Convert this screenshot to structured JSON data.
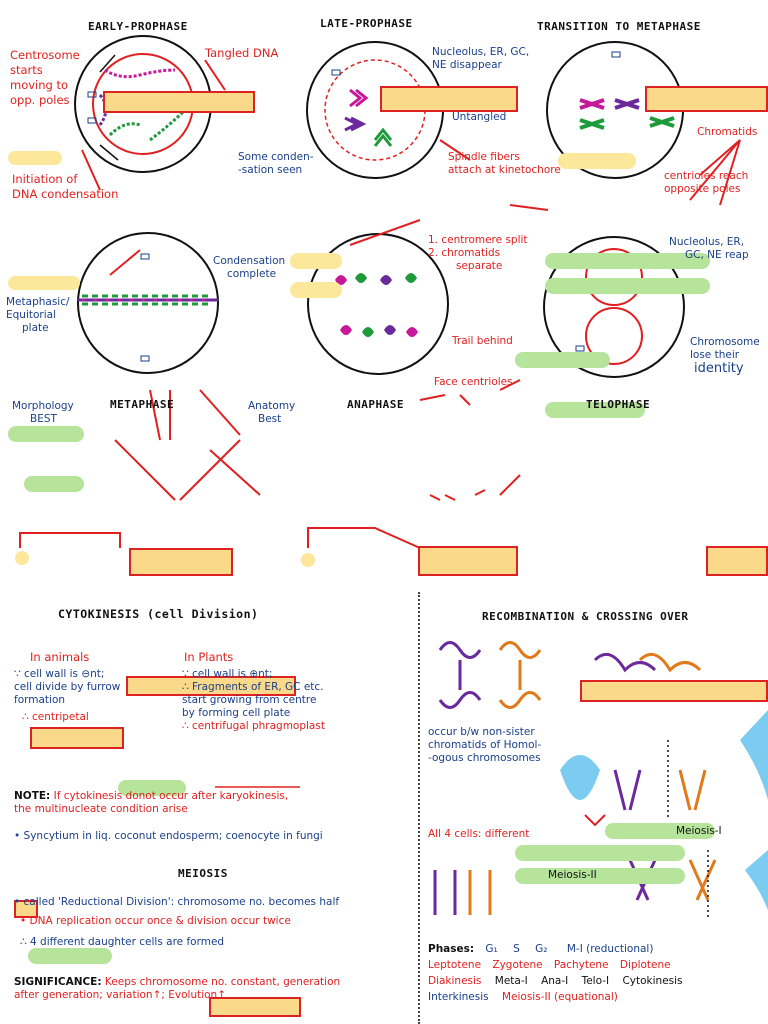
{
  "mitosis": {
    "early_prophase": {
      "title": "EARLY-PROPHASE",
      "left_notes": [
        "Centrosome",
        "starts",
        "moving to",
        "opp. poles"
      ],
      "tangled": "Tangled DNA",
      "initiation": [
        "Initiation of",
        "DNA condensation"
      ]
    },
    "late_prophase": {
      "title": "LATE-PROPHASE",
      "disappear": [
        "Nucleolus, ER, GC,",
        "NE disappear"
      ],
      "untangled": "Untangled",
      "some_condensation": [
        "Some conden-",
        "-sation seen"
      ],
      "spindle": [
        "Spindle fibers",
        "attach at kinetochore"
      ]
    },
    "transition": {
      "title": "TRANSITION TO METAPHASE",
      "chromatids": "Chromatids",
      "centrioles": [
        "centrioles reach",
        "opposite poles"
      ]
    },
    "metaphase": {
      "title": "METAPHASE",
      "condensation": [
        "Condensation",
        "complete"
      ],
      "plate": [
        "Metaphasic/",
        "Equitorial",
        "plate"
      ],
      "morphology": [
        "Morphology",
        "BEST"
      ],
      "anatomy": [
        "Anatomy",
        "Best"
      ]
    },
    "anaphase": {
      "title": "ANAPHASE",
      "steps": [
        "1. centromere split",
        "2. chromatids",
        "separate"
      ],
      "trail": "Trail behind",
      "face": "Face centrioles"
    },
    "telophase": {
      "title": "TELOPHASE",
      "reap": [
        "Nucleolus, ER,",
        "GC, NE reap"
      ],
      "lose": [
        "Chromosome",
        "lose their",
        "identity"
      ]
    }
  },
  "cytokinesis": {
    "title": "CYTOKINESIS (cell Division)",
    "animals_head": "In animals",
    "animals": [
      "∵ cell wall is ⊖nt;",
      "cell divide by furrow",
      "formation",
      "∴ centripetal"
    ],
    "plants_head": "In Plants",
    "plants": [
      "∵ cell wall is ⊕nt;",
      "∴ Fragments of ER, GC etc.",
      "start growing from centre",
      "by forming cell plate",
      "∴ centrifugal phragmoplast"
    ],
    "note_label": "NOTE:",
    "note_text": [
      "If cytokinesis donot occur after karyokinesis,",
      "the multinucleate condition arise"
    ],
    "syncytium": "• Syncytium in liq. coconut endosperm; coenocyte in fungi"
  },
  "meiosis": {
    "title": "MEIOSIS",
    "called": "• called 'Reductional Division': chromosome no. becomes half",
    "dna": "• DNA replication occur once & division occur twice",
    "daughter": "∴ 4 different daughter cells are formed",
    "significance_label": "SIGNIFICANCE:",
    "significance": [
      "Keeps chromosome no. constant, generation",
      "after generation; variation↑; Evolution↑"
    ]
  },
  "recombination": {
    "title": "RECOMBINATION & CROSSING OVER",
    "occur": [
      "occur b/w non-sister",
      "chromatids of Homol-",
      "-ogous chromosomes"
    ],
    "all4": "All 4 cells: different",
    "meiosis1": "Meiosis-I",
    "meiosis2": "Meiosis-II",
    "phases_label": "Phases:",
    "phases_row1": [
      "G₁",
      "S",
      "G₂",
      "M-I (reductional)"
    ],
    "phases_row2": [
      "Leptotene",
      "Zygotene",
      "Pachytene",
      "Diplotene"
    ],
    "phases_row3": [
      "Diakinesis",
      "Meta-I",
      "Ana-I",
      "Telo-I",
      "Cytokinesis"
    ],
    "phases_row4": [
      "Interkinesis",
      "Meiosis-II (equational)"
    ]
  },
  "colors": {
    "red": "#e02020",
    "blue": "#1a3f8a",
    "green_hl": "#b6e49a",
    "yellow_box": "#fbd98b",
    "purple": "#6a2a9c",
    "orange": "#e07a1a",
    "magenta": "#c8189a",
    "chromo_green": "#1e9a3a",
    "cyan": "#7ccbf0"
  }
}
